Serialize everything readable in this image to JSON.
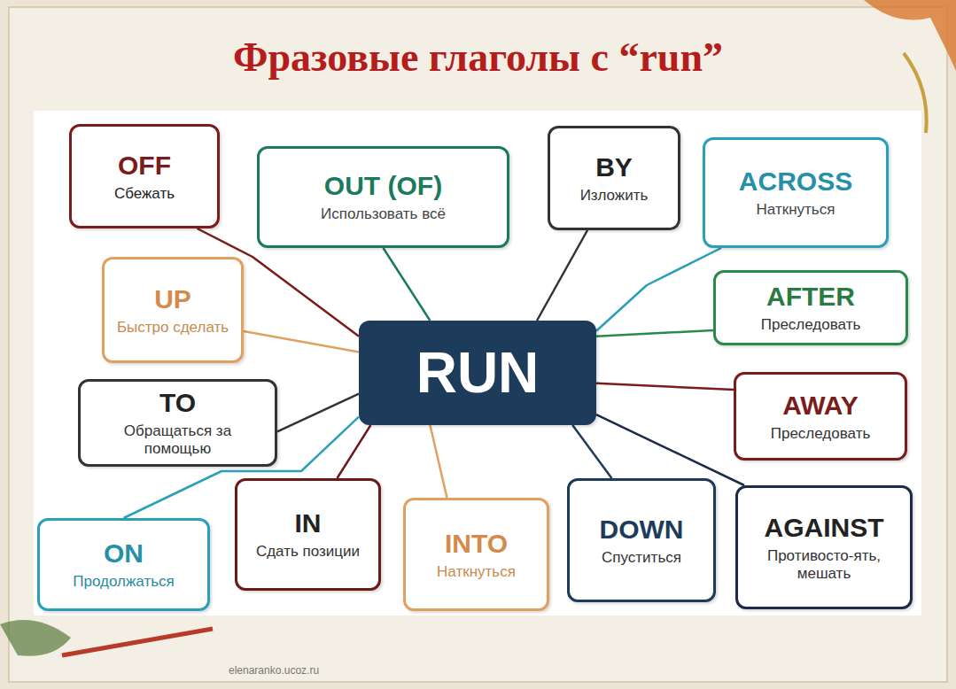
{
  "diagram": {
    "title": "Фразовые глаголы с “run”",
    "nodes": [
      {
        "text": [
          "RUN"
        ]
      },
      {
        "text": [
          "OFF",
          "Сбежать"
        ]
      },
      {
        "text": [
          "OUT (OF)",
          "Использовать всё"
        ]
      },
      {
        "text": [
          "BY",
          "Изложить"
        ]
      },
      {
        "text": [
          "ACROSS",
          "Наткнуться"
        ]
      },
      {
        "text": [
          "UP",
          "Быстро сделать"
        ]
      },
      {
        "text": [
          "AFTER",
          "Преследовать"
        ]
      },
      {
        "text": [
          "TO",
          "Обращаться за помощью"
        ]
      },
      {
        "text": [
          "AWAY",
          "Преследовать"
        ]
      },
      {
        "text": [
          "IN",
          "Сдать позиции"
        ]
      },
      {
        "text": [
          "INTO",
          "Наткнуться"
        ]
      },
      {
        "text": [
          "DOWN",
          "Спуститься"
        ]
      },
      {
        "text": [
          "ON",
          "Продолжаться"
        ]
      },
      {
        "text": [
          "AGAINST",
          "Противосто-ять, мешать"
        ]
      }
    ],
    "edges": [
      {
        "from": 1,
        "to": 0,
        "arrow": "none"
      },
      {
        "from": 2,
        "to": 0,
        "arrow": "none"
      },
      {
        "from": 3,
        "to": 0,
        "arrow": "none"
      },
      {
        "from": 4,
        "to": 0,
        "arrow": "none"
      },
      {
        "from": 5,
        "to": 0,
        "arrow": "none"
      },
      {
        "from": 6,
        "to": 0,
        "arrow": "none"
      },
      {
        "from": 7,
        "to": 0,
        "arrow": "none"
      },
      {
        "from": 8,
        "to": 0,
        "arrow": "none"
      },
      {
        "from": 9,
        "to": 0,
        "arrow": "none"
      },
      {
        "from": 10,
        "to": 0,
        "arrow": "none"
      },
      {
        "from": 11,
        "to": 0,
        "arrow": "none"
      },
      {
        "from": 12,
        "to": 0,
        "arrow": "none"
      },
      {
        "from": 13,
        "to": 0,
        "arrow": "none"
      }
    ],
    "labels": [
      "elenaranko.ucoz.ru"
    ]
  }
}
